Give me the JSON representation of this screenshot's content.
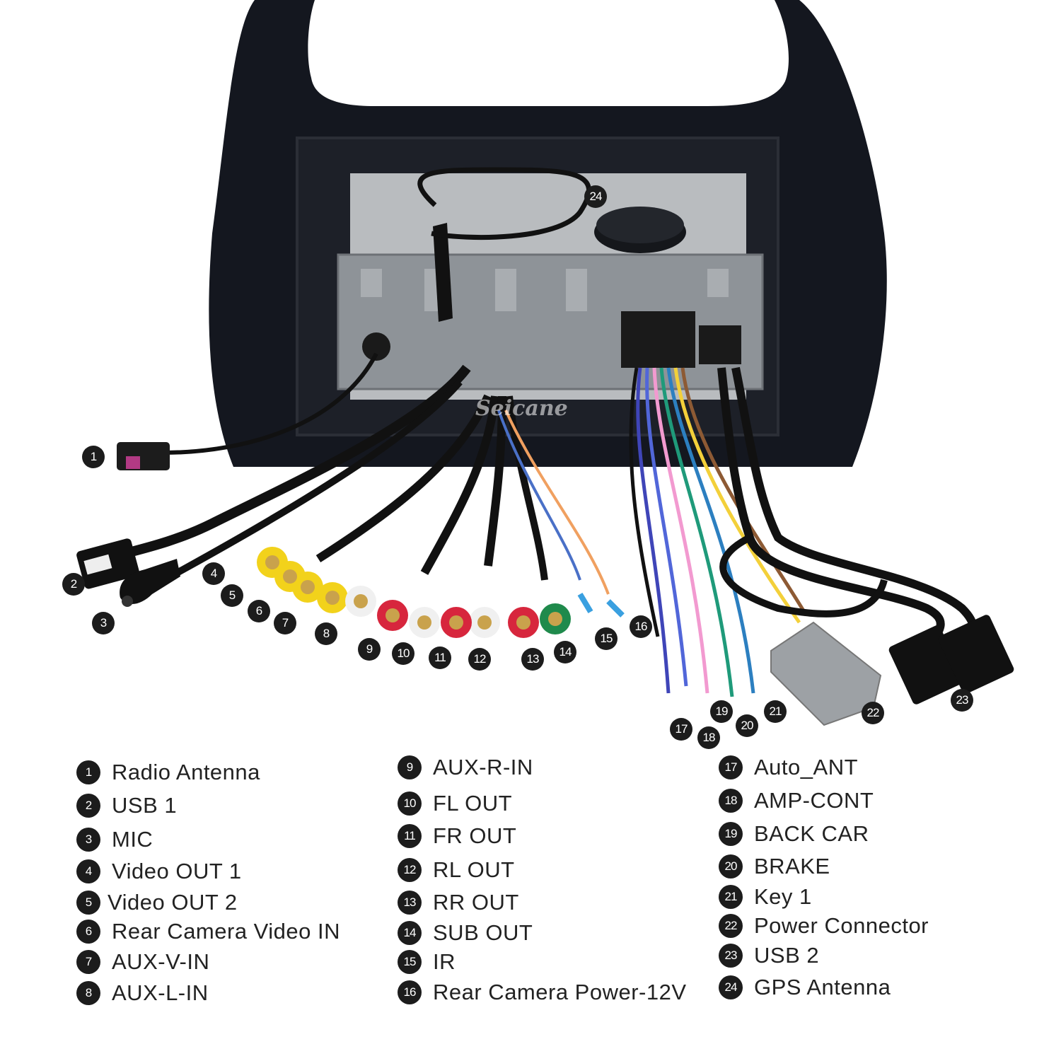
{
  "watermark": "Seicane",
  "legend": {
    "col1": [
      {
        "num": "1",
        "label": "Radio Antenna"
      },
      {
        "num": "2",
        "label": "USB 1"
      },
      {
        "num": "3",
        "label": "MIC"
      },
      {
        "num": "4",
        "label": "Video OUT 1"
      },
      {
        "num": "5",
        "label": "Video OUT 2"
      },
      {
        "num": "6",
        "label": "Rear Camera Video IN"
      },
      {
        "num": "7",
        "label": "AUX-V-IN"
      },
      {
        "num": "8",
        "label": "AUX-L-IN"
      }
    ],
    "col2": [
      {
        "num": "9",
        "label": "AUX-R-IN"
      },
      {
        "num": "10",
        "label": "FL OUT"
      },
      {
        "num": "11",
        "label": "FR OUT"
      },
      {
        "num": "12",
        "label": "RL OUT"
      },
      {
        "num": "13",
        "label": "RR OUT"
      },
      {
        "num": "14",
        "label": "SUB OUT"
      },
      {
        "num": "15",
        "label": "IR"
      },
      {
        "num": "16",
        "label": "Rear Camera Power-12V"
      }
    ],
    "col3": [
      {
        "num": "17",
        "label": "Auto_ANT"
      },
      {
        "num": "18",
        "label": "AMP-CONT"
      },
      {
        "num": "19",
        "label": "BACK CAR"
      },
      {
        "num": "20",
        "label": "BRAKE"
      },
      {
        "num": "21",
        "label": "Key 1"
      },
      {
        "num": "22",
        "label": "Power Connector"
      },
      {
        "num": "23",
        "label": "USB 2"
      },
      {
        "num": "24",
        "label": "GPS Antenna"
      }
    ]
  },
  "callouts": [
    "1",
    "2",
    "3",
    "4",
    "5",
    "6",
    "7",
    "8",
    "9",
    "10",
    "11",
    "12",
    "13",
    "14",
    "15",
    "16",
    "17",
    "18",
    "19",
    "20",
    "21",
    "22",
    "23",
    "24"
  ],
  "colors": {
    "bezel": "#14171f",
    "chassis": "#9a9ea3",
    "cable": "#111111",
    "rca_yellow": "#f2d21b",
    "rca_white": "#f0f0f0",
    "rca_red": "#d7263d",
    "rca_green": "#1f8a4c"
  }
}
